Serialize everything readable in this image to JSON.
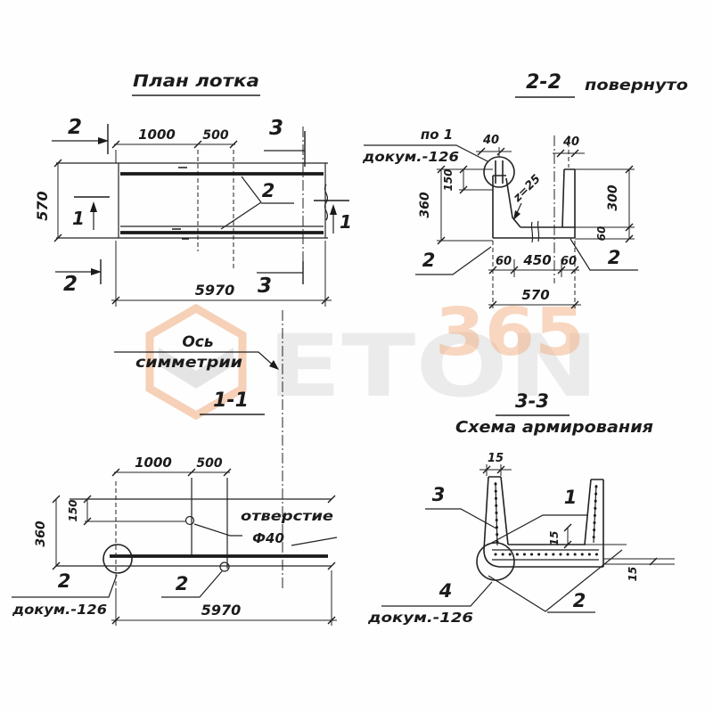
{
  "watermark": {
    "digits": "365",
    "brand": "ETON",
    "accent": "#f0a878",
    "chevron": "#dcdcdc",
    "brand_color": "#e8e8e8"
  },
  "plan": {
    "title": "План лотка",
    "dim_1000": "1000",
    "dim_500": "500",
    "dim_570": "570",
    "dim_5970": "5970",
    "mark_2_top": "2",
    "mark_3_top": "3",
    "mark_1_left": "1",
    "mark_1_right": "1",
    "mark_2_bottom": "2",
    "mark_3_bottom": "3",
    "rebar_label": "2"
  },
  "section_2_2": {
    "title": "2-2",
    "subtitle": "повернуто",
    "callout_line1": "по 1",
    "callout_line2": "докум.-126",
    "dim_40_left": "40",
    "dim_40_right": "40",
    "dim_150": "150",
    "dim_360": "360",
    "dim_300": "300",
    "dim_60_right": "60",
    "dim_60_bottom_left": "60",
    "dim_450": "450",
    "dim_60_bottom_right": "60",
    "dim_570": "570",
    "chamfer": "z=25",
    "label_2_left": "2",
    "label_2_right": "2"
  },
  "axis": {
    "line1": "Ось",
    "line2": "симметрии"
  },
  "section_1_1": {
    "title": "1-1",
    "dim_1000": "1000",
    "dim_500": "500",
    "dim_150": "150",
    "dim_360": "360",
    "dim_5970": "5970",
    "hole_text": "отверстие",
    "hole_dia": "Ф40",
    "label_2_mid": "2",
    "label_2_left": "2",
    "doc": "докум.-126"
  },
  "section_3_3": {
    "title": "3-3",
    "subtitle": "Схема армирования",
    "dim_15_top": "15",
    "dim_15_mid": "15",
    "dim_15_right": "15",
    "label_1": "1",
    "label_2": "2",
    "label_3": "3",
    "label_4": "4",
    "doc": "докум.-126"
  }
}
